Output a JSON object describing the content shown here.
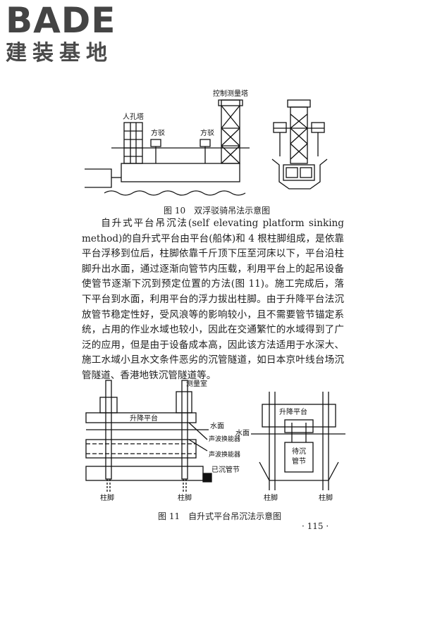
{
  "logo": {
    "main": "BADE",
    "sub": "建装基地"
  },
  "figure10": {
    "labels": {
      "manhole_tower": "人孔塔",
      "pontoon_left": "方驳",
      "pontoon_right": "方驳",
      "control_tower": "控制测量塔"
    },
    "caption": "图 10　双浮驳骑吊法示意图"
  },
  "body": {
    "paragraph": "自升式平台吊沉法(self elevating platform sinking method)的自升式平台由平台(船体)和 4 根柱脚组成，是依靠平台浮移到位后，柱脚依靠千斤顶下压至河床以下，平台沿柱脚升出水面，通过逐渐向管节内压载，利用平台上的起吊设备使管节逐渐下沉到预定位置的方法(图 11)。施工完成后，落下平台到水面，利用平台的浮力拔出柱脚。由于升降平台法沉放管节稳定性好，受风浪等的影响较小，且不需要管节锚定系统，占用的作业水域也较小，因此在交通繁忙的水域得到了广泛的应用，但是由于设备成本高，因此该方法适用于水深大、施工水域小且水文条件恶劣的沉管隧道，如日本京叶线台场沉管隧道、香港地铁沉管隧道等。"
  },
  "figure11": {
    "labels": {
      "measure_room": "测量室",
      "platform_left": "升降平台",
      "water_left": "水面",
      "water_right": "水面",
      "sonar1": "声波换能器",
      "sonar2": "声波换能器",
      "sunk_segment": "已沉管节",
      "leg_left1": "柱脚",
      "leg_left2": "柱脚",
      "platform_right": "升降平台",
      "pending_segment_1": "待沉",
      "pending_segment_2": "管节",
      "leg_right1": "柱脚",
      "leg_right2": "柱脚"
    },
    "caption": "图 11　自升式平台吊沉法示意图"
  },
  "page_number": "· 115 ·"
}
